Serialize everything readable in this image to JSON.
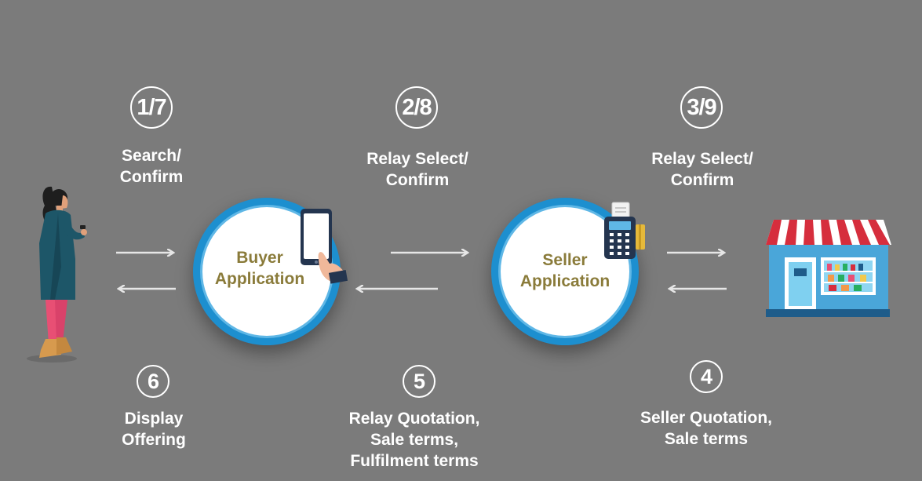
{
  "steps": {
    "s1": {
      "number": "1/7",
      "line1": "Search/",
      "line2": "Confirm"
    },
    "s2": {
      "number": "2/8",
      "line1": "Relay Select/",
      "line2": "Confirm"
    },
    "s3": {
      "number": "3/9",
      "line1": "Relay Select/",
      "line2": "Confirm"
    },
    "s4": {
      "number": "4",
      "line1": "Seller Quotation,",
      "line2": "Sale terms"
    },
    "s5": {
      "number": "5",
      "line1": "Relay Quotation,",
      "line2": "Sale terms,",
      "line3": "Fulfilment terms"
    },
    "s6": {
      "number": "6",
      "line1": "Display",
      "line2": "Offering"
    }
  },
  "nodes": {
    "buyer": {
      "line1": "Buyer",
      "line2": "Application"
    },
    "seller": {
      "line1": "Seller",
      "line2": "Application"
    }
  },
  "icons": {
    "buyer_person": "woman-using-phone-icon",
    "buyer_device": "hand-holding-smartphone-icon",
    "seller_device": "card-payment-terminal-icon",
    "seller_store": "shop-storefront-icon"
  },
  "colors": {
    "background": "#7b7b7b",
    "node_ring": "#1d8fcf",
    "node_text": "#8a7b3a",
    "arrow": "#e6e6e6"
  }
}
